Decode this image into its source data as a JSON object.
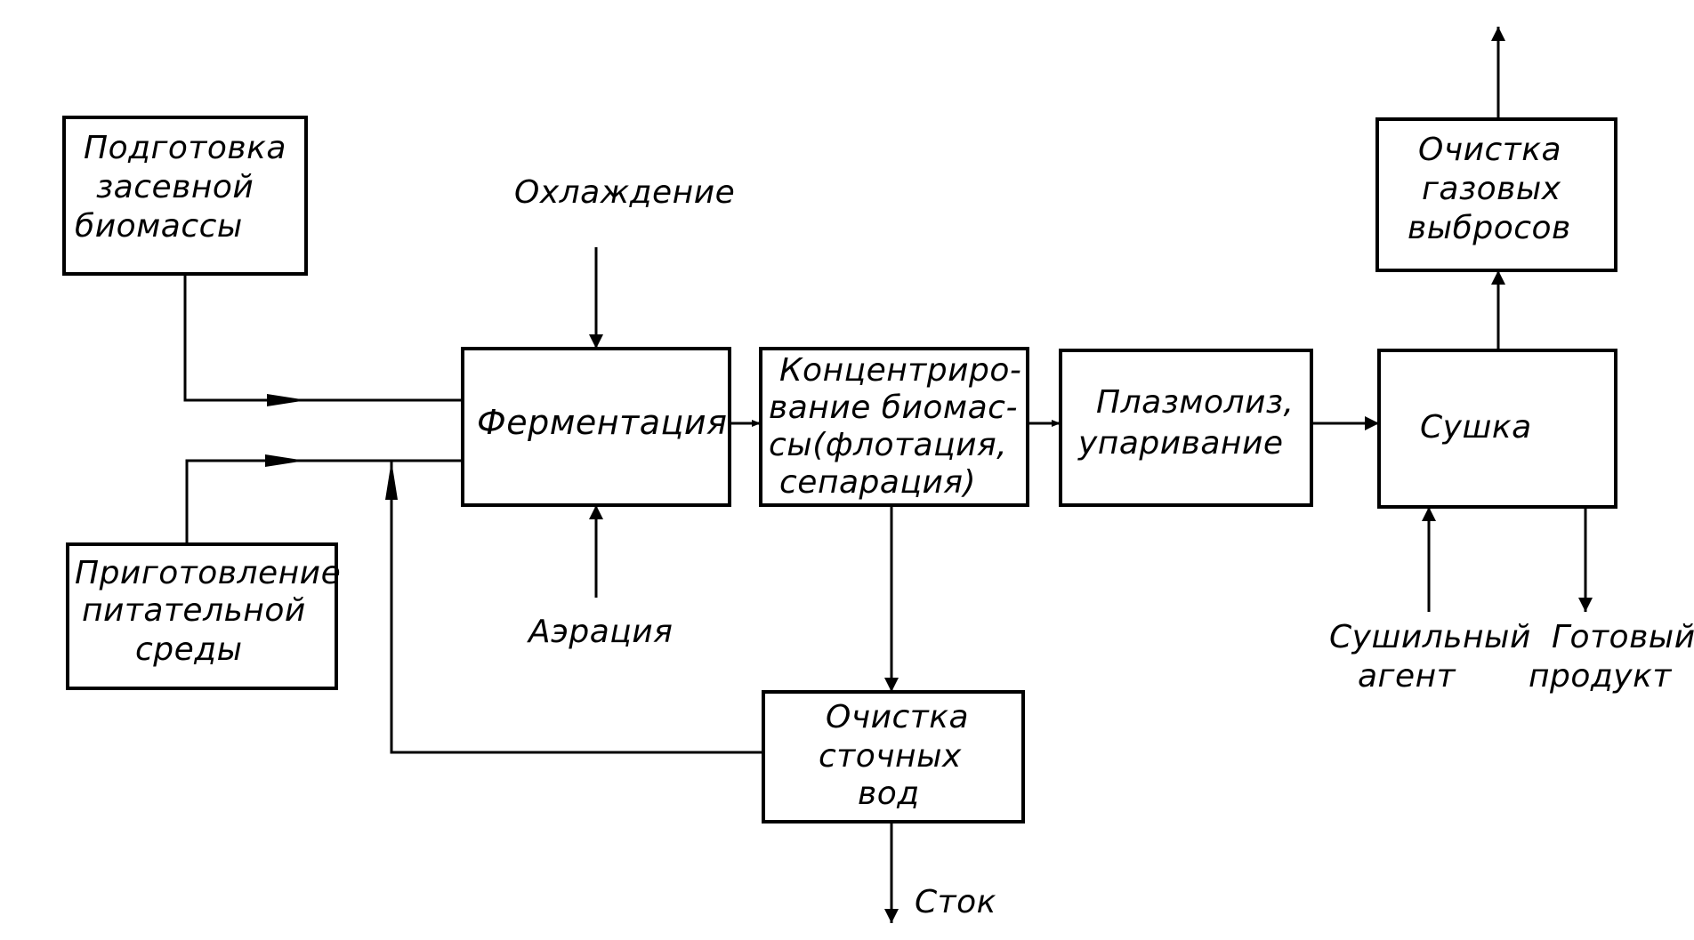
{
  "boxes": {
    "seed_prep": [
      "Подготовка",
      "засевной",
      "биомассы"
    ],
    "medium_prep": [
      "Приготовление",
      "питательной",
      "среды"
    ],
    "fermentation": [
      "Ферментация"
    ],
    "concentration": [
      "Концентриро-",
      "вание биомас-",
      "сы(флотация,",
      "сепарация)"
    ],
    "plasmolysis": [
      "Плазмолиз,",
      "упаривание"
    ],
    "drying": [
      "Сушка"
    ],
    "gas_cleaning": [
      "Очистка",
      "газовых",
      "выбросов"
    ],
    "wastewater_cleaning": [
      "Очистка",
      "сточных",
      "вод"
    ]
  },
  "labels": {
    "cooling": "Охлаждение",
    "aeration": "Аэрация",
    "drying_agent": [
      "Сушильный",
      "агент"
    ],
    "final_product": [
      "Готовый",
      "продукт"
    ],
    "drain": "Сток"
  }
}
